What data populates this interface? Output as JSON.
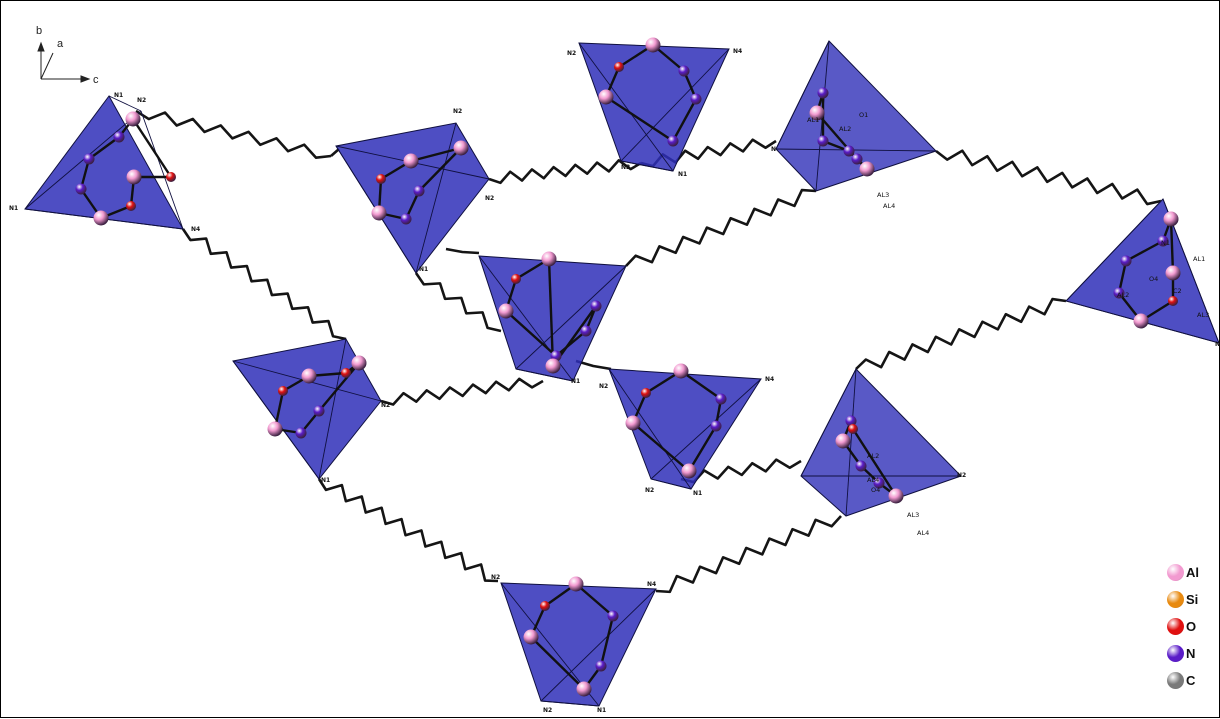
{
  "axes": {
    "b": "b",
    "a": "a",
    "c": "c"
  },
  "legend": [
    {
      "label": "Al",
      "color": "#f29ad0"
    },
    {
      "label": "Si",
      "color": "#e88a10"
    },
    {
      "label": "O",
      "color": "#e01010"
    },
    {
      "label": "N",
      "color": "#5a1cc8"
    },
    {
      "label": "C",
      "color": "#7a7a7a"
    }
  ],
  "colors": {
    "face": "#2f2fb8",
    "edge": "#101040",
    "linker": "#151515"
  },
  "atom_labels": {
    "t1_n1": "N1",
    "t1_n2": "N2",
    "t1_n4": "N4",
    "t1_nl": "N1",
    "t2_n2a": "N2",
    "t2_n2b": "N2",
    "t2_n1": "N1",
    "t3_n2": "N2",
    "t3_n4": "N4",
    "t3_n1": "N1",
    "t3_n2b": "N2",
    "t4_o1": "O1",
    "t4_al1": "AL1",
    "t4_al2": "AL2",
    "t4_al3": "AL3",
    "t4_al4": "AL4",
    "t4_n": "N",
    "t5_al1": "AL1",
    "t5_al2": "AL2",
    "t5_al3": "AL3",
    "t5_o4": "O4",
    "t5_n1": "N1",
    "t5_c2": "C2",
    "t5_n": "N",
    "t7_n1": "N1",
    "t8_n2": "N2",
    "t8_n4": "N4",
    "t8_ns": "N2",
    "t8_n1": "N1",
    "t6_n2": "N2",
    "t6_n1": "N1",
    "t9_al2": "AL2",
    "t9_al4": "AL4",
    "t9_al3": "AL3",
    "t9_al4b": "AL4",
    "t9_n2": "N2",
    "t9_o": "O4",
    "t10_n2": "N2",
    "t10_n4": "N4",
    "t10_n2b": "N2",
    "t10_n1": "N1"
  }
}
